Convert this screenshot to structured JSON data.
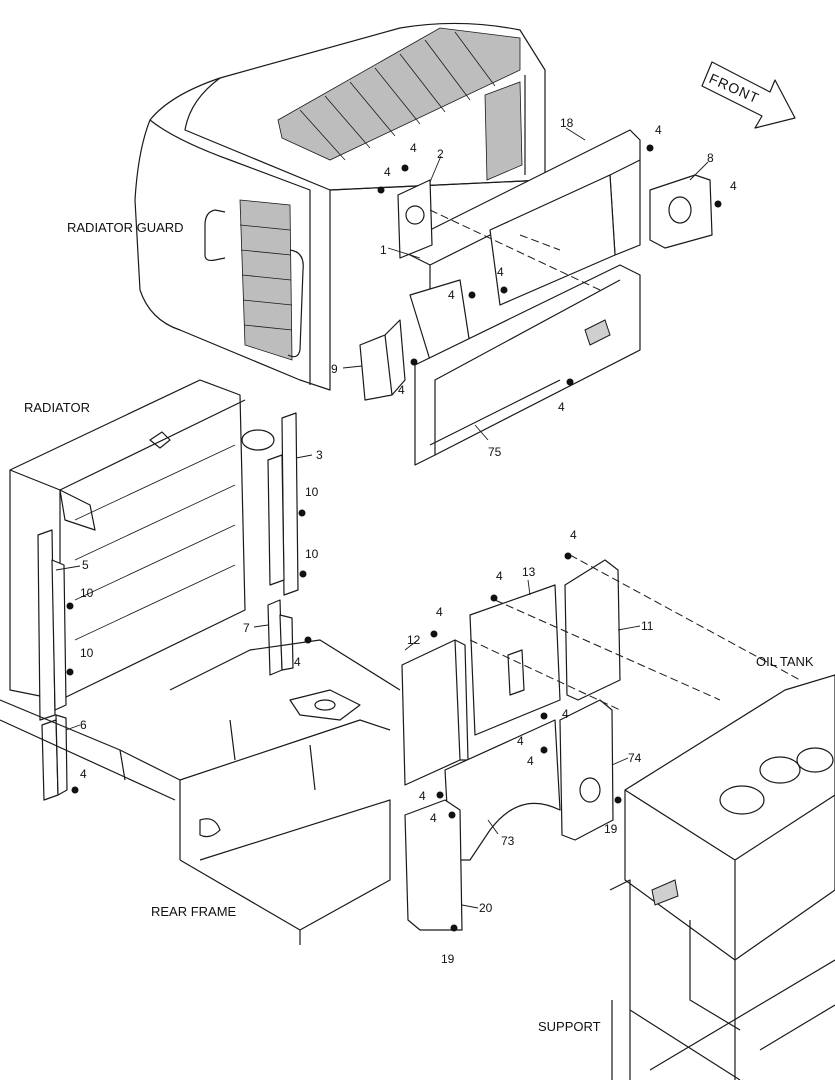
{
  "labels": {
    "radiator_guard": "RADIATOR GUARD",
    "radiator": "RADIATOR",
    "oil_tank": "OIL TANK",
    "rear_frame": "REAR FRAME",
    "support": "SUPPORT",
    "front_arrow": "FRONT"
  },
  "callouts": {
    "c1": "1",
    "c2": "2",
    "c3": "3",
    "c5": "5",
    "c6": "6",
    "c7": "7",
    "c8": "8",
    "c9": "9",
    "c10": "10",
    "c11": "11",
    "c12": "12",
    "c13": "13",
    "c18": "18",
    "c19": "19",
    "c20": "20",
    "c73": "73",
    "c74": "74",
    "c75": "75",
    "c4": "4"
  }
}
